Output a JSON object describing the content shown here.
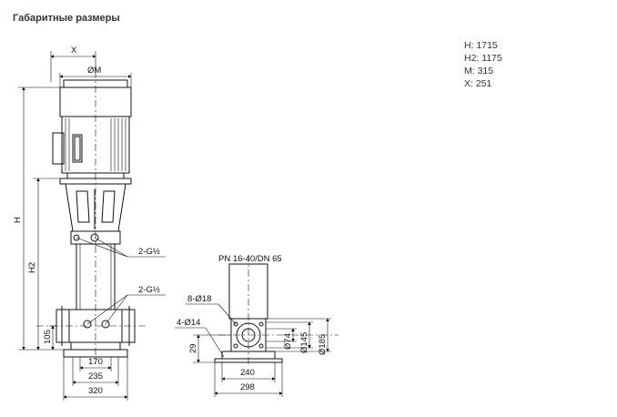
{
  "header": {
    "title": "Габаритные размеры"
  },
  "specs": [
    {
      "text": "H: 1715"
    },
    {
      "text": "H2: 1175"
    },
    {
      "text": "M: 315"
    },
    {
      "text": "X: 251"
    }
  ],
  "drawing": {
    "dim_x": "X",
    "dim_m": "ØM",
    "dim_h": "H",
    "dim_h2": "H2",
    "dim_105": "105",
    "dim_170": "170",
    "dim_235": "235",
    "dim_320": "320",
    "port_top": "2-G½",
    "port_bottom": "2-G½",
    "flange_spec": "PN 16-40/DN 65",
    "holes_flange": "8-Ø18",
    "holes_base": "4-Ø14",
    "dim_29": "29",
    "dim_240": "240",
    "dim_298": "298",
    "dim_74": "Ø74",
    "dim_145": "Ø145",
    "dim_185": "Ø185"
  }
}
